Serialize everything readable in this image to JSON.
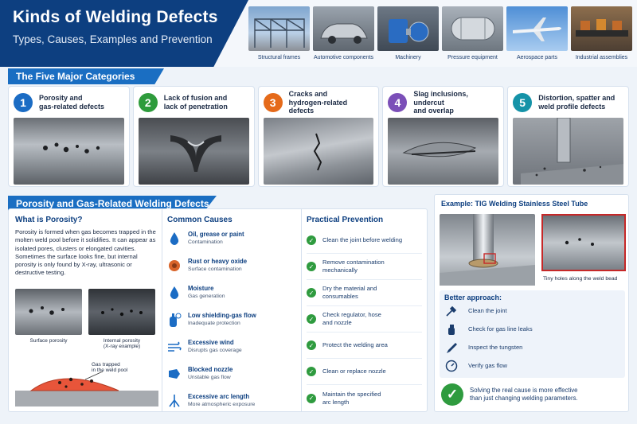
{
  "header": {
    "title": "Kinds of Welding Defects",
    "subtitle": "Types, Causes, Examples and Prevention",
    "applications": [
      {
        "label": "Structural frames",
        "icon": "steel-frame-photo"
      },
      {
        "label": "Automotive components",
        "icon": "car-body-photo"
      },
      {
        "label": "Machinery",
        "icon": "machinery-photo"
      },
      {
        "label": "Pressure equipment",
        "icon": "pressure-vessel-photo"
      },
      {
        "label": "Aerospace parts",
        "icon": "airplane-photo"
      },
      {
        "label": "Industrial assemblies",
        "icon": "assembly-line-photo"
      }
    ]
  },
  "categories_section": {
    "heading": "The Five Major Categories",
    "items": [
      {
        "number": "1",
        "title_line1": "Porosity and",
        "title_line2": "gas-related defects",
        "color": "#1b6cc4"
      },
      {
        "number": "2",
        "title_line1": "Lack of fusion and",
        "title_line2": "lack of penetration",
        "color": "#2e9b3c"
      },
      {
        "number": "3",
        "title_line1": "Cracks and",
        "title_line2": "hydrogen-related defects",
        "color": "#e56a1a"
      },
      {
        "number": "4",
        "title_line1": "Slag inclusions, undercut",
        "title_line2": "and overlap",
        "color": "#7b4fb8"
      },
      {
        "number": "5",
        "title_line1": "Distortion, spatter and",
        "title_line2": "weld profile defects",
        "color": "#1593a8"
      }
    ]
  },
  "porosity_section": {
    "heading": "Porosity and Gas-Related Welding Defects",
    "what": {
      "heading": "What is Porosity?",
      "text": "Porosity is formed when gas becomes trapped in the molten weld pool before it solidifies. It can appear as isolated pores, clusters or elongated cavities. Sometimes the surface looks fine, but internal porosity is only found by X-ray, ultrasonic or destructive testing.",
      "surface_caption": "Surface porosity",
      "internal_caption_line1": "Internal porosity",
      "internal_caption_line2": "(X-ray example)",
      "diagram_label_line1": "Gas trapped",
      "diagram_label_line2": "in the weld pool"
    },
    "causes": {
      "heading": "Common Causes",
      "items": [
        {
          "title": "Oil, grease or paint",
          "sub": "Contamination",
          "icon": "oil-drop-icon"
        },
        {
          "title": "Rust or heavy oxide",
          "sub": "Surface contamination",
          "icon": "rust-icon"
        },
        {
          "title": "Moisture",
          "sub": "Gas generation",
          "icon": "water-drop-icon"
        },
        {
          "title": "Low shielding-gas flow",
          "sub": "Inadequate protection",
          "icon": "gas-cylinder-icon"
        },
        {
          "title": "Excessive wind",
          "sub": "Disrupts gas coverage",
          "icon": "wind-icon"
        },
        {
          "title": "Blocked nozzle",
          "sub": "Unstable gas flow",
          "icon": "nozzle-icon"
        },
        {
          "title": "Excessive arc length",
          "sub": "More atmospheric exposure",
          "icon": "arc-icon"
        }
      ]
    },
    "prevention": {
      "heading": "Practical Prevention",
      "items": [
        {
          "line1": "Clean the joint before welding",
          "line2": ""
        },
        {
          "line1": "Remove contamination",
          "line2": "mechanically"
        },
        {
          "line1": "Dry the material and",
          "line2": "consumables"
        },
        {
          "line1": "Check regulator, hose",
          "line2": "and nozzle"
        },
        {
          "line1": "Protect the welding area",
          "line2": ""
        },
        {
          "line1": "Clean or replace nozzle",
          "line2": ""
        },
        {
          "line1": "Maintain the specified",
          "line2": "arc length"
        }
      ]
    }
  },
  "example": {
    "heading": "Example: TIG Welding Stainless Steel Tube",
    "zoom_caption": "Tiny holes along the weld bead",
    "better_heading": "Better approach:",
    "better_items": [
      {
        "label": "Clean the joint",
        "icon": "brush-icon"
      },
      {
        "label": "Check for gas line leaks",
        "icon": "spray-bottle-icon"
      },
      {
        "label": "Inspect the tungsten",
        "icon": "tungsten-electrode-icon"
      },
      {
        "label": "Verify gas flow",
        "icon": "gauge-icon"
      }
    ],
    "tip_line1": "Solving the real cause is more effective",
    "tip_line2": "than just changing welding parameters."
  }
}
